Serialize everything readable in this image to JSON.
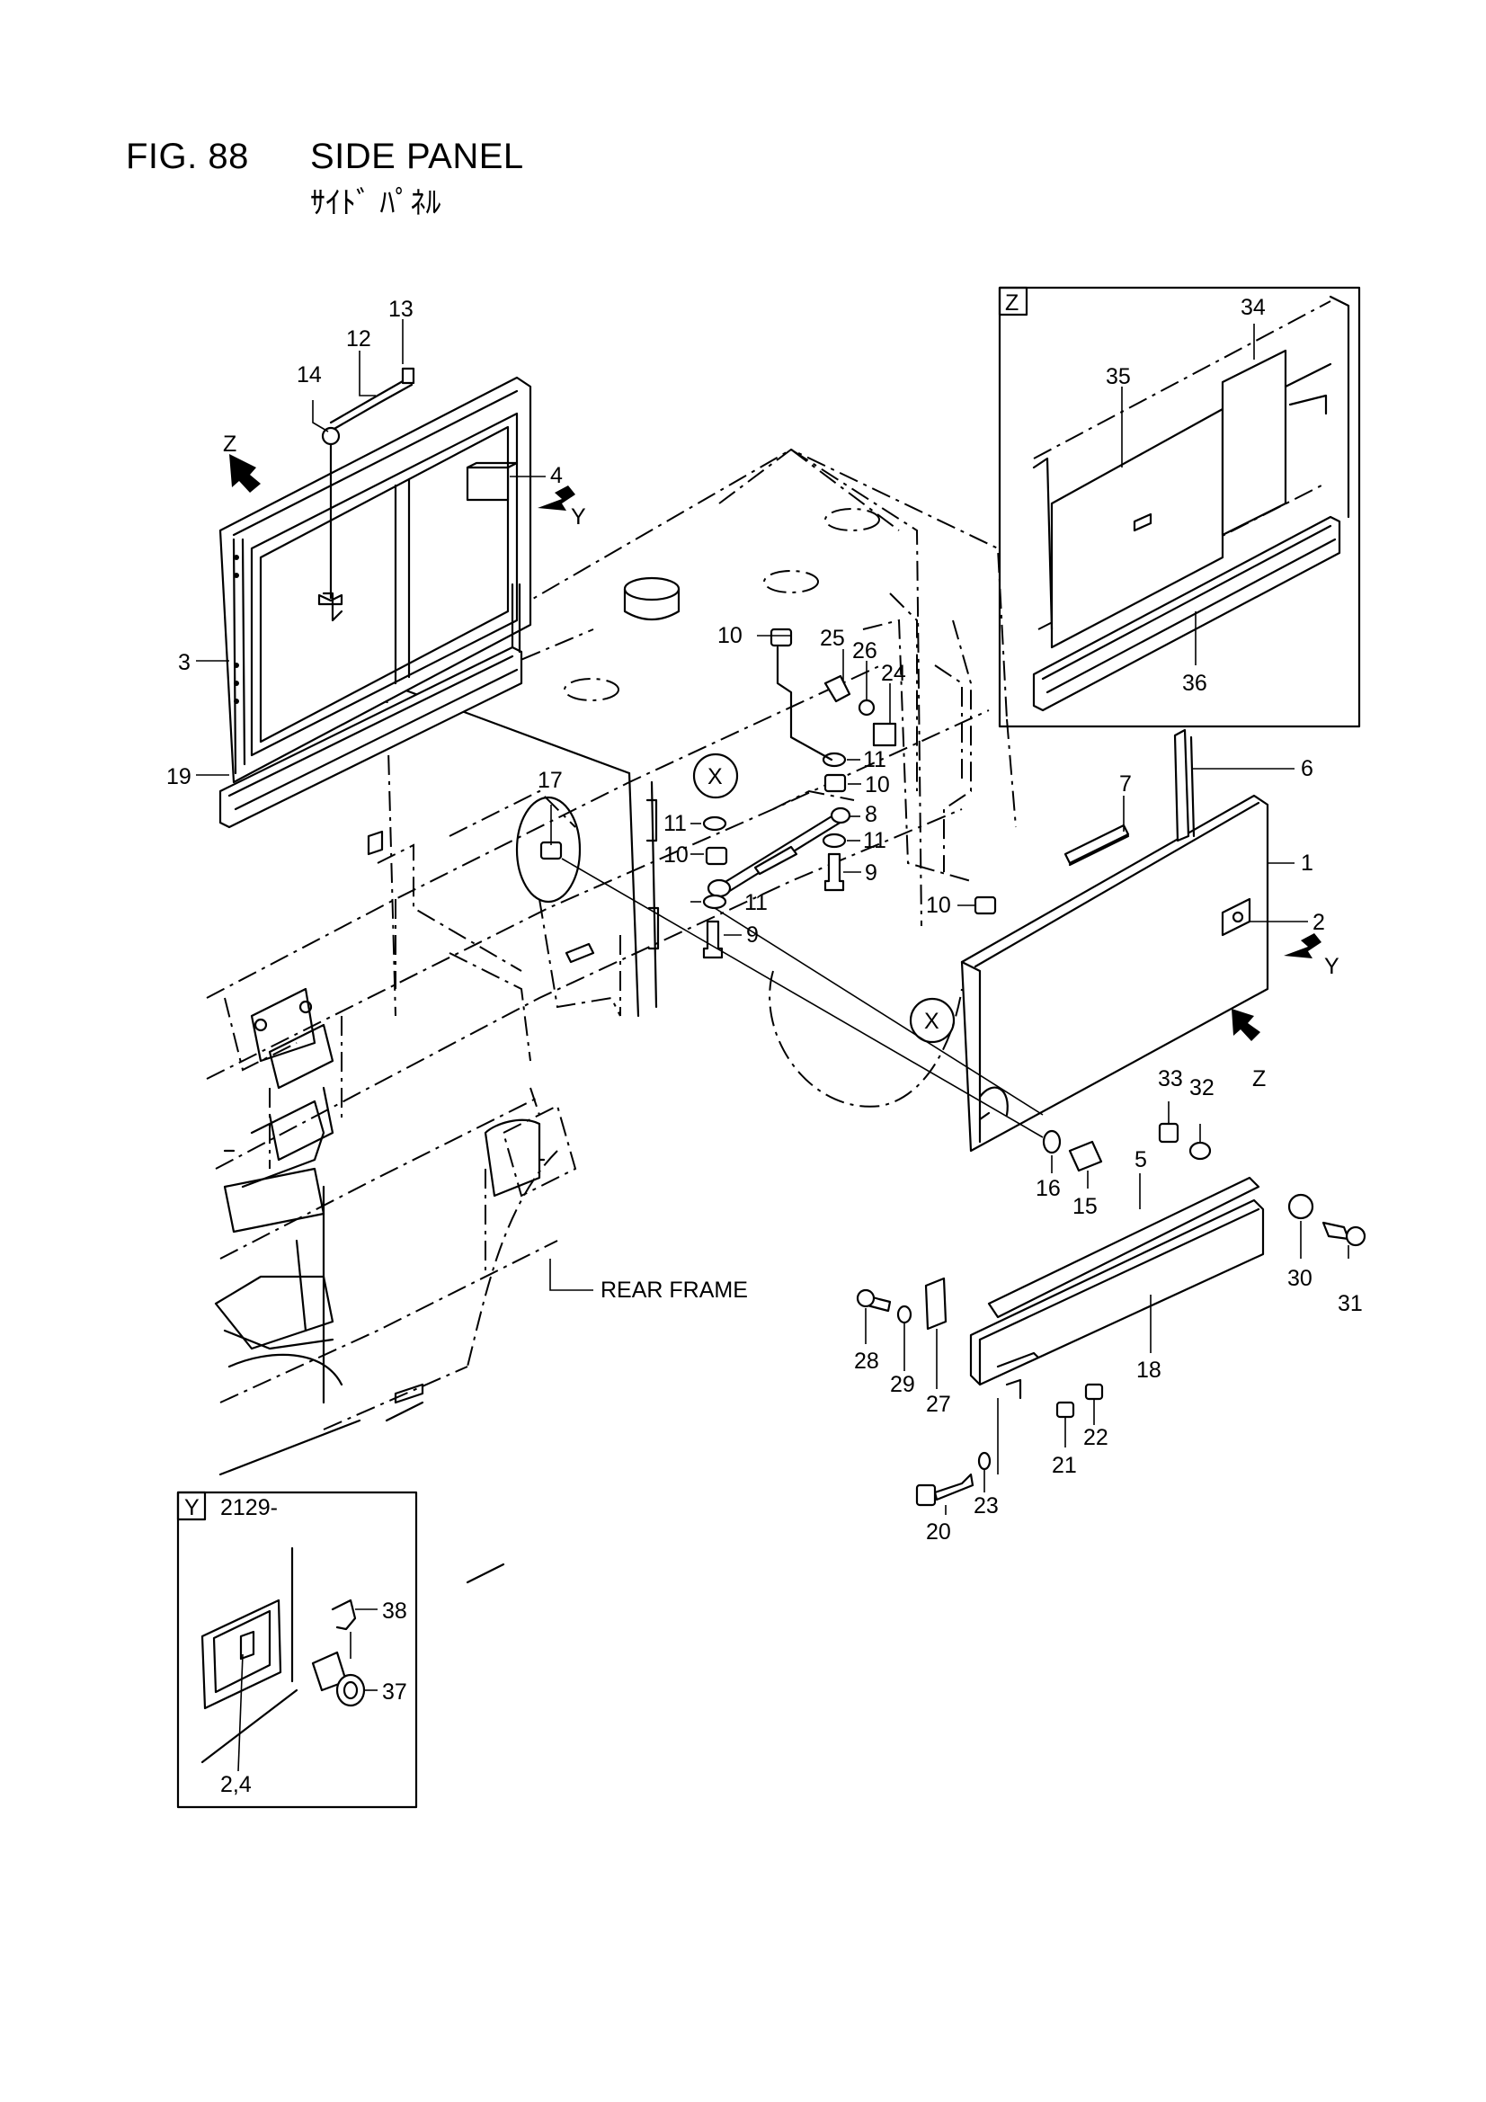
{
  "header": {
    "fig_number": "FIG. 88",
    "title": "SIDE PANEL",
    "title_jp": "ｻｲﾄﾞ ﾊﾟﾈﾙ"
  },
  "views": {
    "z": "Z",
    "y": "Y",
    "x": "X",
    "y_serial": "2129-"
  },
  "rear_frame_label": "REAR FRAME",
  "callouts": {
    "c1": "1",
    "c2": "2",
    "c3": "3",
    "c4": "4",
    "c5": "5",
    "c6": "6",
    "c7": "7",
    "c8": "8",
    "c9a": "9",
    "c9b": "9",
    "c10a": "10",
    "c10b": "10",
    "c10c": "10",
    "c10d": "10",
    "c11a": "11",
    "c11b": "11",
    "c11c": "11",
    "c11d": "11",
    "c12": "12",
    "c13": "13",
    "c14": "14",
    "c15": "15",
    "c16": "16",
    "c17": "17",
    "c18": "18",
    "c19": "19",
    "c20": "20",
    "c21": "21",
    "c22": "22",
    "c23": "23",
    "c24": "24",
    "c25": "25",
    "c26": "26",
    "c27": "27",
    "c28": "28",
    "c29": "29",
    "c30": "30",
    "c31": "31",
    "c32": "32",
    "c33": "33",
    "c34": "34",
    "c35": "35",
    "c36": "36",
    "c37": "37",
    "c38": "38",
    "c24y": "2,4"
  }
}
